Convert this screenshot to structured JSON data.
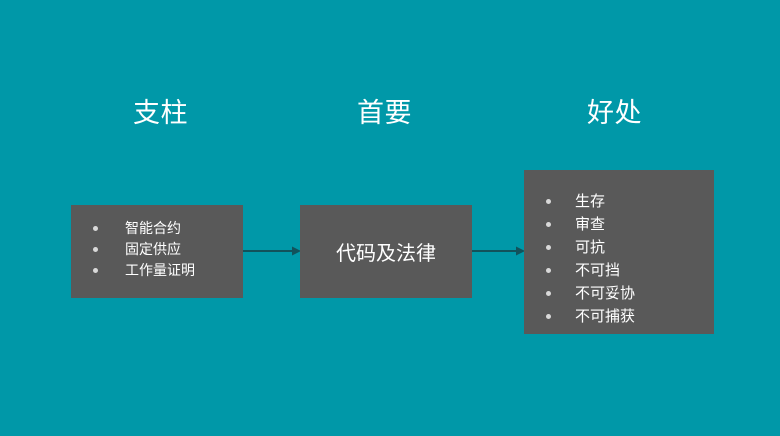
{
  "slide": {
    "background_color": "#0098a8",
    "box_color": "#595959",
    "text_color": "#ffffff",
    "arrow_color": "#12525b",
    "bullet_color": "#d9d9d9"
  },
  "headings": [
    {
      "id": "pillars",
      "label": "支柱"
    },
    {
      "id": "primary",
      "label": "首要"
    },
    {
      "id": "benefits",
      "label": "好处"
    }
  ],
  "boxes": {
    "pillars": {
      "items": [
        "智能合约",
        "固定供应",
        "工作量证明"
      ]
    },
    "primary": {
      "label": "代码及法律"
    },
    "benefits": {
      "items": [
        "生存",
        "审查",
        "可抗",
        "不可挡",
        "不可妥协",
        "不可捕获"
      ]
    }
  },
  "connectors": [
    {
      "id": "pillars-to-primary",
      "icon": "arrow-right-icon"
    },
    {
      "id": "primary-to-benefits",
      "icon": "arrow-right-icon"
    }
  ]
}
